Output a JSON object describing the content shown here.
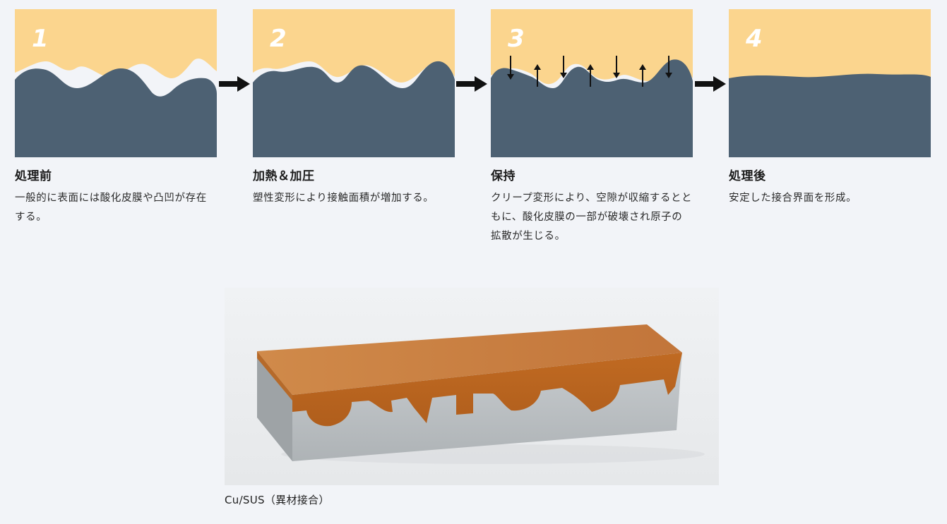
{
  "steps": [
    {
      "number": "1",
      "title": "処理前",
      "desc": "一般的に表面には酸化皮膜や凸凹が存在する。"
    },
    {
      "number": "2",
      "title": "加熱＆加圧",
      "desc": "塑性変形により接触面積が増加する。"
    },
    {
      "number": "3",
      "title": "保持",
      "desc": "クリープ変形により、空隙が収縮するとともに、酸化皮膜の一部が破壊され原子の拡散が生じる。"
    },
    {
      "number": "4",
      "title": "処理後",
      "desc": "安定した接合界面を形成。"
    }
  ],
  "caption": "Cu/SUS（異材接合）",
  "colors": {
    "top_material": "#fbd58e",
    "bottom_material": "#4d6173",
    "background": "#f2f4f8",
    "copper": "#c0702a",
    "steel": "#bcc1c4"
  }
}
